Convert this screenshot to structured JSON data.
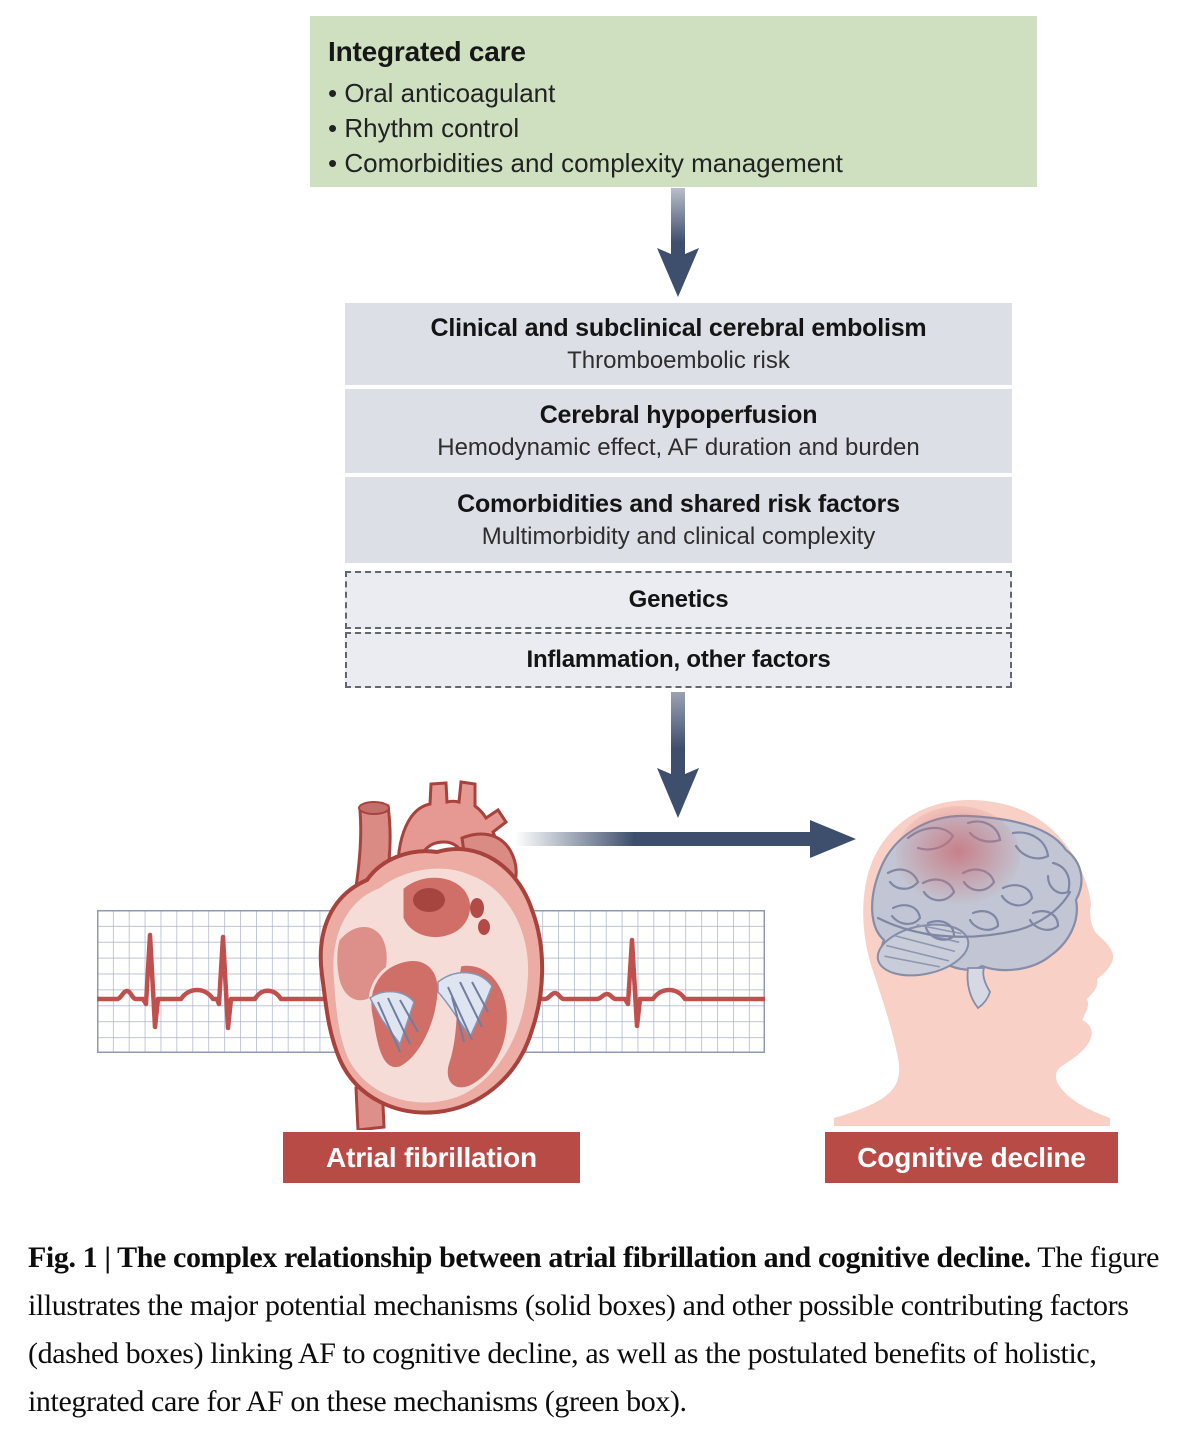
{
  "integrated_care": {
    "title": "Integrated care",
    "bullets": [
      "Oral anticoagulant",
      "Rhythm control",
      "Comorbidities and complexity management"
    ]
  },
  "mechanisms": [
    {
      "title": "Clinical and subclinical cerebral embolism",
      "subtitle": "Thromboembolic risk"
    },
    {
      "title": "Cerebral hypoperfusion",
      "subtitle": "Hemodynamic effect, AF duration and burden"
    },
    {
      "title": "Comorbidities and shared risk factors",
      "subtitle": "Multimorbidity and clinical complexity"
    }
  ],
  "contributing_factors": [
    {
      "title": "Genetics"
    },
    {
      "title": "Inflammation, other factors"
    }
  ],
  "labels": {
    "heart": "Atrial fibrillation",
    "brain": "Cognitive decline"
  },
  "caption": {
    "bold": "Fig. 1 | The complex relationship between atrial fibrillation and cognitive decline.",
    "regular": " The figure illustrates the major potential mechanisms (solid boxes) and other possible contributing factors (dashed boxes) linking AF to cognitive decline, as well as the postulated benefits of holistic, integrated care for AF on these mechanisms (green box)."
  },
  "colors": {
    "green_box_bg": "#cfe0c1",
    "solid_box_bg": "#dcdfe6",
    "dashed_box_bg": "#eaecf1",
    "dashed_border": "#62666f",
    "arrow_navy": "#3e4f6d",
    "label_box_red": "#b94b47",
    "label_text": "#ffffff",
    "ecg_trace_red": "#c0504d",
    "ecg_grid_line": "#a7b1c7",
    "head_skin": "#f8d0c5",
    "brain_gray": "#c2c6d4",
    "heart_pink": "#ecaca4"
  },
  "icons": {
    "down_arrow_1": "down-arrow-icon",
    "down_arrow_2": "down-arrow-icon",
    "right_arrow": "right-arrow-icon",
    "heart": "heart-ecg-illustration",
    "brain": "head-brain-illustration"
  }
}
